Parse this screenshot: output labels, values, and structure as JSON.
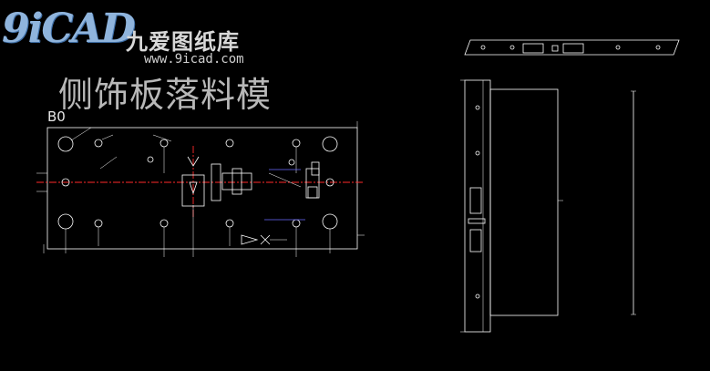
{
  "logo": {
    "mark_text": "9iCAD",
    "name_cn": "九爱图纸库",
    "url": "www.9icad.com"
  },
  "drawing": {
    "title": "侧饰板落料模",
    "view_label": "B0"
  },
  "colors": {
    "background": "#000000",
    "linework": "#ffffff",
    "centerline": "#ff2a2a",
    "dimension": "#6a6aff",
    "title_text": "#b8b8b8"
  }
}
